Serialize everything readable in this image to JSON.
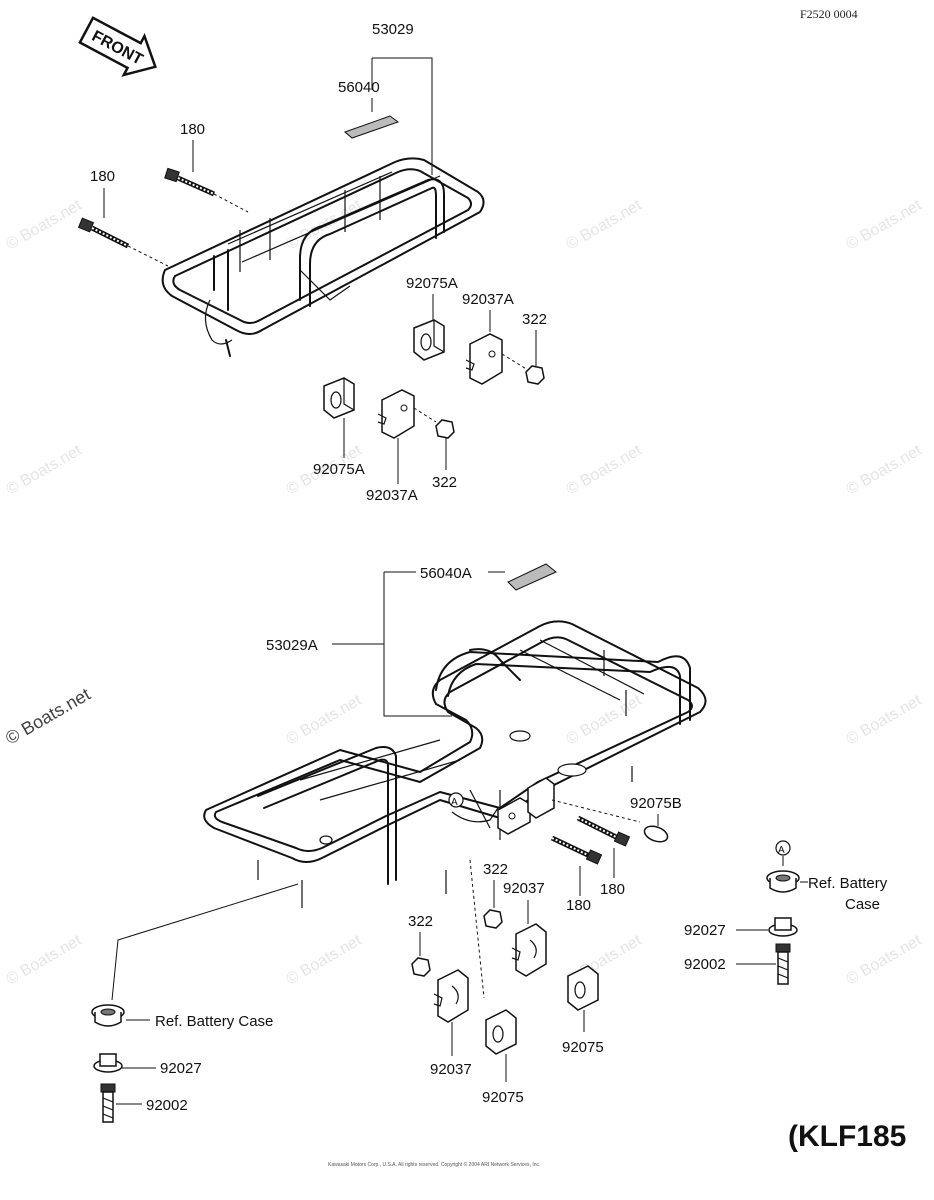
{
  "diagram_code": "F2520 0004",
  "front_arrow": "FRONT",
  "model_label": "(KLF185",
  "copyright": "Kawasaki Motors Corp., U.S.A. All rights reserved. Copyright © 2004 ARI Network Services, Inc.",
  "watermark": "© Boats.net",
  "upper_assembly": {
    "rack": "53029",
    "label": "56040",
    "bolt_left": "180",
    "bolt_right": "180",
    "bushing_1": "92075A",
    "bracket_1": "92037A",
    "nut_1": "322",
    "bushing_2": "92075A",
    "bracket_2": "92037A",
    "nut_2": "322"
  },
  "lower_assembly": {
    "label": "56040A",
    "rack": "53029A",
    "bushing_b": "92075B",
    "bolt_1": "180",
    "bolt_2": "180",
    "nut_1": "322",
    "bracket_1": "92037",
    "nut_2": "322",
    "bracket_2": "92037",
    "bushing_1": "92075",
    "bushing_2": "92075",
    "ref_battery_case_right_1": "Ref. Battery",
    "ref_battery_case_right_2": "Case",
    "washer_right": "92027",
    "bolt_right": "92002",
    "ref_battery_case_left": "Ref. Battery Case",
    "washer_left": "92027",
    "bolt_left": "92002",
    "callout_a": "A"
  }
}
